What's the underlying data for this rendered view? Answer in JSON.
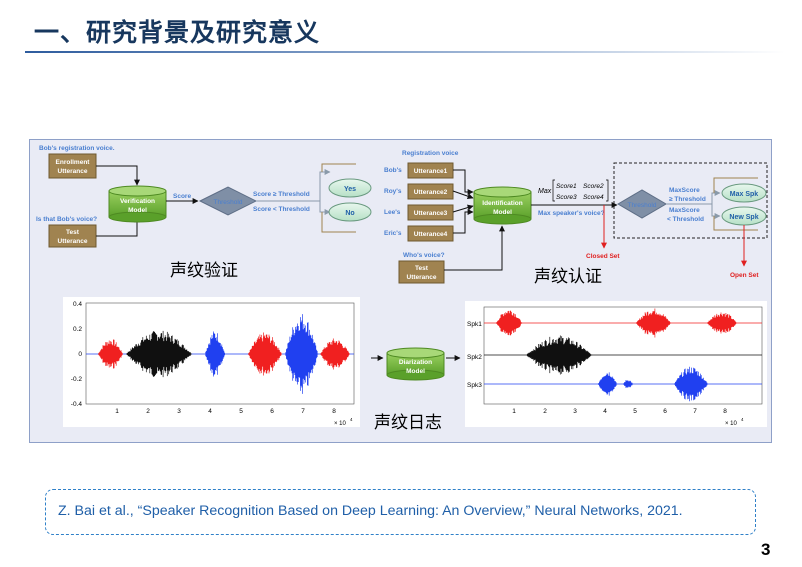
{
  "slide": {
    "title": "一、研究背景及研究意义",
    "page_number": "3",
    "reference": "Z. Bai et al., “Speaker Recognition Based on Deep Learning: An Overview,” Neural Networks, 2021."
  },
  "verification": {
    "registration_label": "Bob's registration voice.",
    "enrollment_box": [
      "Enrollment",
      "Utterance"
    ],
    "query_label": "Is that Bob's voice?",
    "test_box": [
      "Test",
      "Utterance"
    ],
    "model_box": [
      "Verification",
      "Model"
    ],
    "score_label": "Score",
    "threshold_label": "Threshold",
    "ge_label": "Score ≥ Threshold",
    "lt_label": "Score <  Threshold",
    "yes_label": "Yes",
    "no_label": "No",
    "caption": "声纹验证"
  },
  "identification": {
    "registration_label": "Registration voice",
    "speakers": [
      "Bob's",
      "Roy's",
      "Lee's",
      "Eric's"
    ],
    "utterances": [
      "Utterance1",
      "Utterance2",
      "Utterance3",
      "Utterance4"
    ],
    "model_box": [
      "Identification",
      "Model"
    ],
    "max_label": "Max",
    "scores": [
      "Score1",
      "Score2",
      "Score3",
      "Score4"
    ],
    "max_question": "Max speaker's voice?",
    "query_label": "Who's voice?",
    "test_box": [
      "Test",
      "Utterance"
    ],
    "threshold_label": "Threshold",
    "ge_label": [
      "MaxScore",
      "≥ Threshold"
    ],
    "lt_label": [
      "MaxScore",
      "<  Threshold"
    ],
    "max_spk": "Max Spk",
    "new_spk": "New Spk",
    "closed_set": "Closed Set",
    "open_set": "Open Set",
    "caption": "声纹认证"
  },
  "diarization": {
    "model_box": [
      "Diarization",
      "Model"
    ],
    "caption": "声纹日志",
    "left_y_ticks": [
      "0.4",
      "0.2",
      "0",
      "-0.2",
      "-0.4"
    ],
    "x_ticks": [
      "1",
      "2",
      "3",
      "4",
      "5",
      "6",
      "7",
      "8"
    ],
    "x_multiplier": "× 10",
    "x_exponent": "4",
    "speaker_rows": [
      "Spk1",
      "Spk2",
      "Spk3"
    ]
  },
  "colors": {
    "title": "#17375e",
    "flow_text": "#4a7fd0",
    "box_fill": "#a08350",
    "model_green": "#7cbf43",
    "threshold_gray": "#7f8fa6",
    "oval_green": "#ccecd9",
    "arrow_red": "#e02020",
    "spk1": "#f02020",
    "spk2": "#101010",
    "spk3": "#2040f0"
  }
}
